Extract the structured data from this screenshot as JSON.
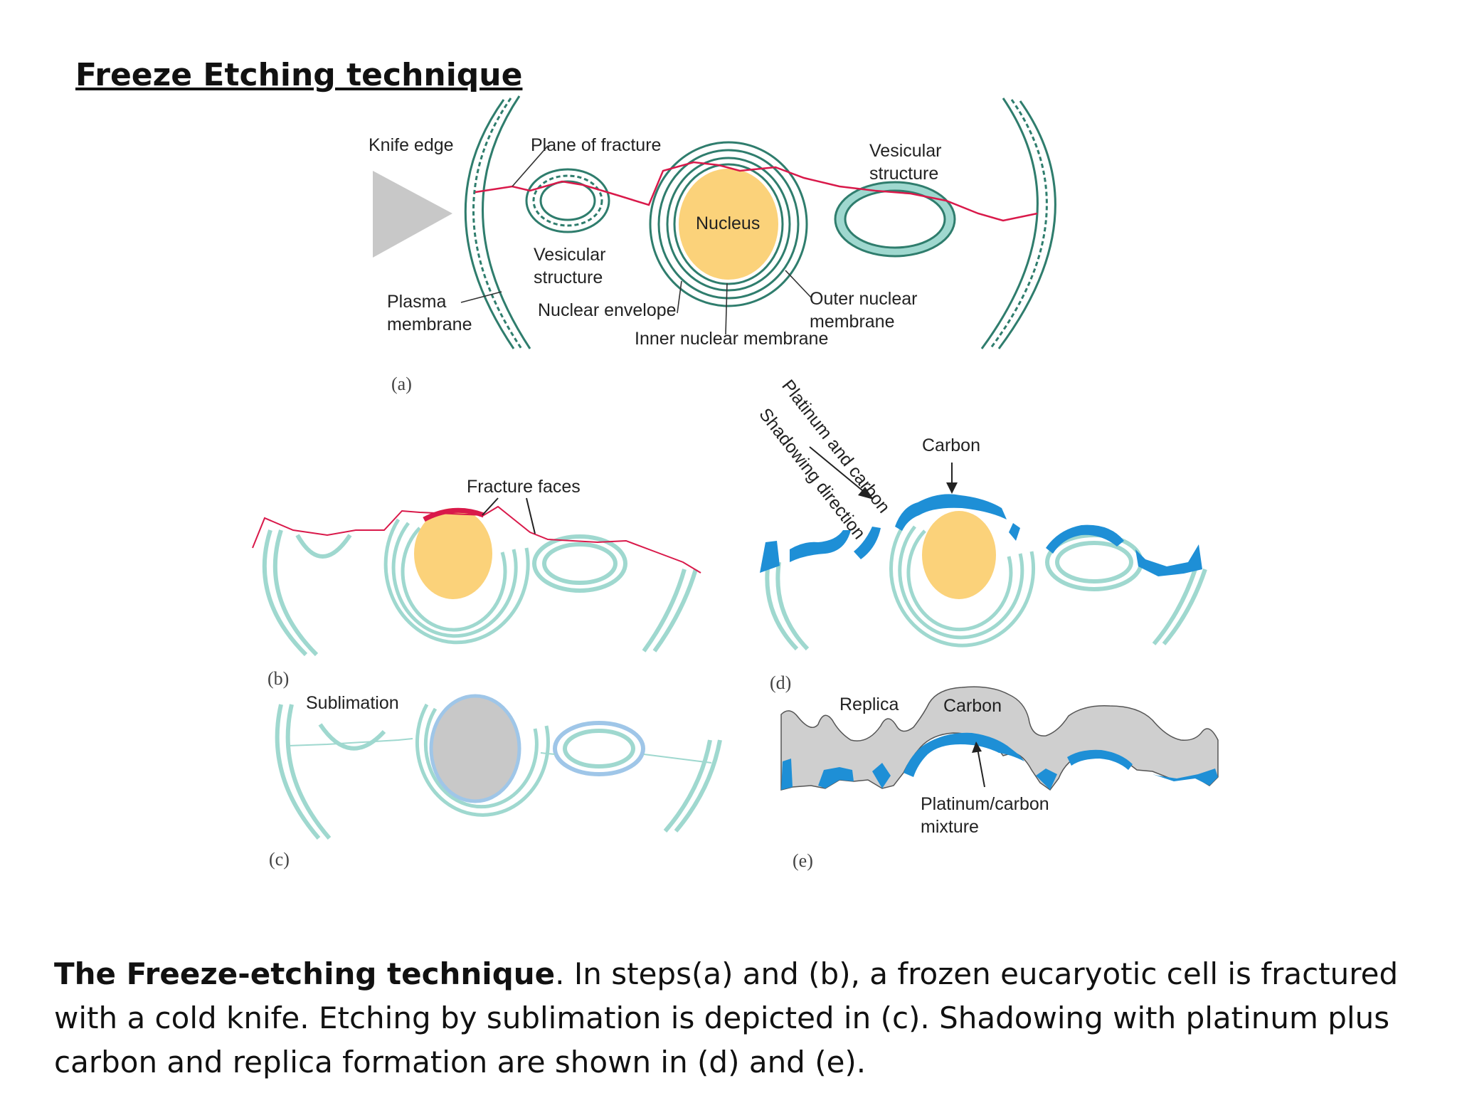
{
  "page_title": "Freeze Etching technique",
  "colors": {
    "membrane": "#9fd8cf",
    "membrane_dark": "#2f7d6d",
    "fracture_line": "#d9194a",
    "nucleus": "#fbd27a",
    "etched": "#c8c8c8",
    "platinum": "#1e8fd6",
    "replica": "#cfcfcf",
    "knife": "#c8c8c8"
  },
  "panels": {
    "a": {
      "letter": "(a)",
      "knife_edge": "Knife edge",
      "plane_of_fracture": "Plane of fracture",
      "vesicular_left_1": "Vesicular",
      "vesicular_left_2": "structure",
      "vesicular_right_1": "Vesicular",
      "vesicular_right_2": "structure",
      "nucleus": "Nucleus",
      "plasma_membrane_1": "Plasma",
      "plasma_membrane_2": "membrane",
      "nuclear_envelope": "Nuclear envelope",
      "outer_nuclear_1": "Outer nuclear",
      "outer_nuclear_2": "membrane",
      "inner_nuclear": "Inner nuclear membrane"
    },
    "b": {
      "letter": "(b)",
      "fracture_faces": "Fracture faces"
    },
    "c": {
      "letter": "(c)",
      "sublimation": "Sublimation"
    },
    "d": {
      "letter": "(d)",
      "platinum_and_carbon": "Platinum and carbon",
      "shadowing_direction": "Shadowing direction",
      "carbon": "Carbon"
    },
    "e": {
      "letter": "(e)",
      "replica": "Replica",
      "carbon": "Carbon",
      "pt_mixture_1": "Platinum/carbon",
      "pt_mixture_2": "mixture"
    }
  },
  "caption": {
    "bold": "The Freeze-etching technique",
    "rest": ". In steps(a) and (b), a frozen eucaryotic cell is fractured with a cold knife. Etching by sublimation is depicted in (c). Shadowing with platinum plus carbon and replica formation are shown in (d) and (e)."
  }
}
